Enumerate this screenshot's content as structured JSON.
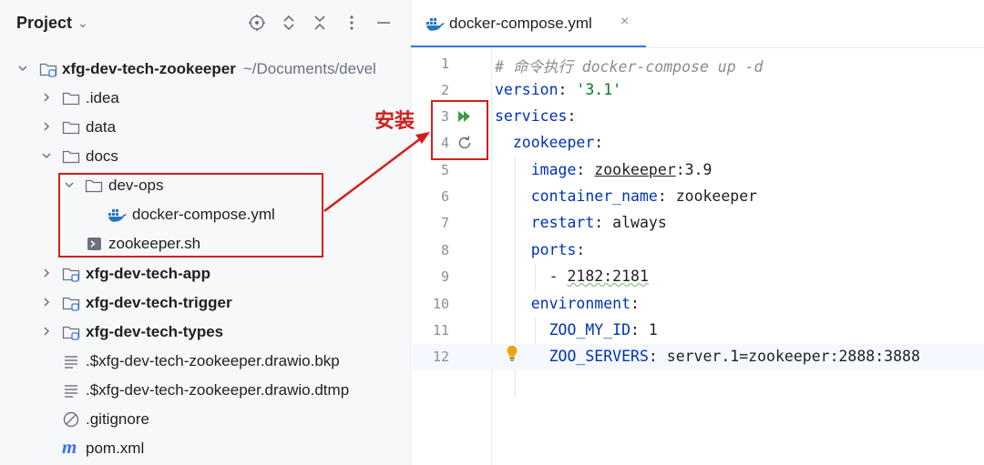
{
  "project_panel": {
    "title": "Project",
    "header_icons": [
      "crosshair-icon",
      "expand-collapse-icon",
      "collapse-all-icon",
      "more-options-icon",
      "minimize-icon"
    ],
    "tree": [
      {
        "label": "xfg-dev-tech-zookeeper",
        "path": "~/Documents/devel",
        "icon": "module-folder-icon",
        "expanded": true,
        "bold": true
      },
      {
        "label": ".idea",
        "icon": "folder-icon",
        "expanded": false
      },
      {
        "label": "data",
        "icon": "folder-icon",
        "expanded": false
      },
      {
        "label": "docs",
        "icon": "folder-icon",
        "expanded": true
      },
      {
        "label": "dev-ops",
        "icon": "folder-icon",
        "expanded": true
      },
      {
        "label": "docker-compose.yml",
        "icon": "docker-icon"
      },
      {
        "label": "zookeeper.sh",
        "icon": "shell-script-icon"
      },
      {
        "label": "xfg-dev-tech-app",
        "icon": "module-folder-icon",
        "expanded": false,
        "bold": true
      },
      {
        "label": "xfg-dev-tech-trigger",
        "icon": "module-folder-icon",
        "expanded": false,
        "bold": true
      },
      {
        "label": "xfg-dev-tech-types",
        "icon": "module-folder-icon",
        "expanded": false,
        "bold": true
      },
      {
        "label": ".$xfg-dev-tech-zookeeper.drawio.bkp",
        "icon": "text-file-icon"
      },
      {
        "label": ".$xfg-dev-tech-zookeeper.drawio.dtmp",
        "icon": "text-file-icon"
      },
      {
        "label": ".gitignore",
        "icon": "gitignore-icon"
      },
      {
        "label": "pom.xml",
        "icon": "maven-icon"
      }
    ]
  },
  "editor": {
    "tab": {
      "label": "docker-compose.yml",
      "close": "×"
    },
    "lines": [
      {
        "n": "1",
        "text": "# 命令执行 docker-compose up -d"
      },
      {
        "n": "2",
        "text": "version: '3.1'"
      },
      {
        "n": "3",
        "text": "services:"
      },
      {
        "n": "4",
        "text": "  zookeeper:"
      },
      {
        "n": "5",
        "text": "    image: zookeeper:3.9"
      },
      {
        "n": "6",
        "text": "    container_name: zookeeper"
      },
      {
        "n": "7",
        "text": "    restart: always"
      },
      {
        "n": "8",
        "text": "    ports:"
      },
      {
        "n": "9",
        "text": "      - 2182:2181"
      },
      {
        "n": "10",
        "text": "    environment:"
      },
      {
        "n": "11",
        "text": "      ZOO_MY_ID: 1"
      },
      {
        "n": "12",
        "text": "      ZOO_SERVERS: server.1=zookeeper:2888:3888"
      }
    ],
    "current_line": "12"
  },
  "annotation": {
    "label": "安装",
    "color": "#d0201b"
  },
  "colors": {
    "accent": "#3574f0",
    "keyword": "#0033b3",
    "string": "#067d17",
    "comment": "#8c8c8c",
    "run_icon": "#3d9a3d",
    "docker_blue": "#2375c9"
  }
}
